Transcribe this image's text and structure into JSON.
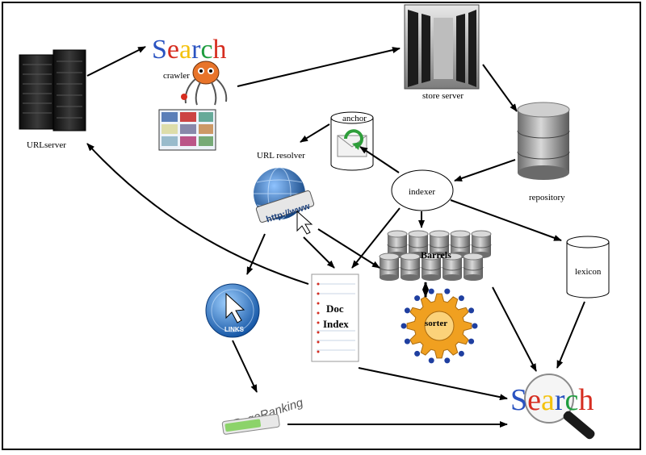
{
  "nodes": {
    "urlserver": "URLserver",
    "crawler": "crawler",
    "search_top": "Search",
    "store_server": "store server",
    "repository": "repository",
    "anchor": "anchor",
    "url_resolver": "URL resolver",
    "indexer": "indexer",
    "barrels": "Barrels",
    "lexicon": "lexicon",
    "doc_index_line1": "Doc",
    "doc_index_line2": "Index",
    "sorter": "sorter",
    "links": "LINKS",
    "pageranking": "PageRanking",
    "search_bottom": "Search",
    "url_text": "http://www"
  },
  "colors": {
    "search_letters": [
      "#2a53c1",
      "#d62d20",
      "#f4c20d",
      "#2a53c1",
      "#1e9c3e",
      "#d62d20"
    ],
    "server_dark": "#1b1b1b",
    "db_gray": "#8a8a8a",
    "gear_orange": "#f0a020",
    "globe_blue": "#1f5fa8",
    "link_blue": "#1f6fd0"
  },
  "icons": [
    "server-rack-icon",
    "spider-robot-icon",
    "webpage-thumbnails-icon",
    "data-center-icon",
    "database-icon",
    "cylinder-icon",
    "envelope-refresh-icon",
    "globe-url-icon",
    "document-list-icon",
    "gear-sorter-icon",
    "links-cursor-icon",
    "progress-bar-icon",
    "magnifier-icon"
  ]
}
